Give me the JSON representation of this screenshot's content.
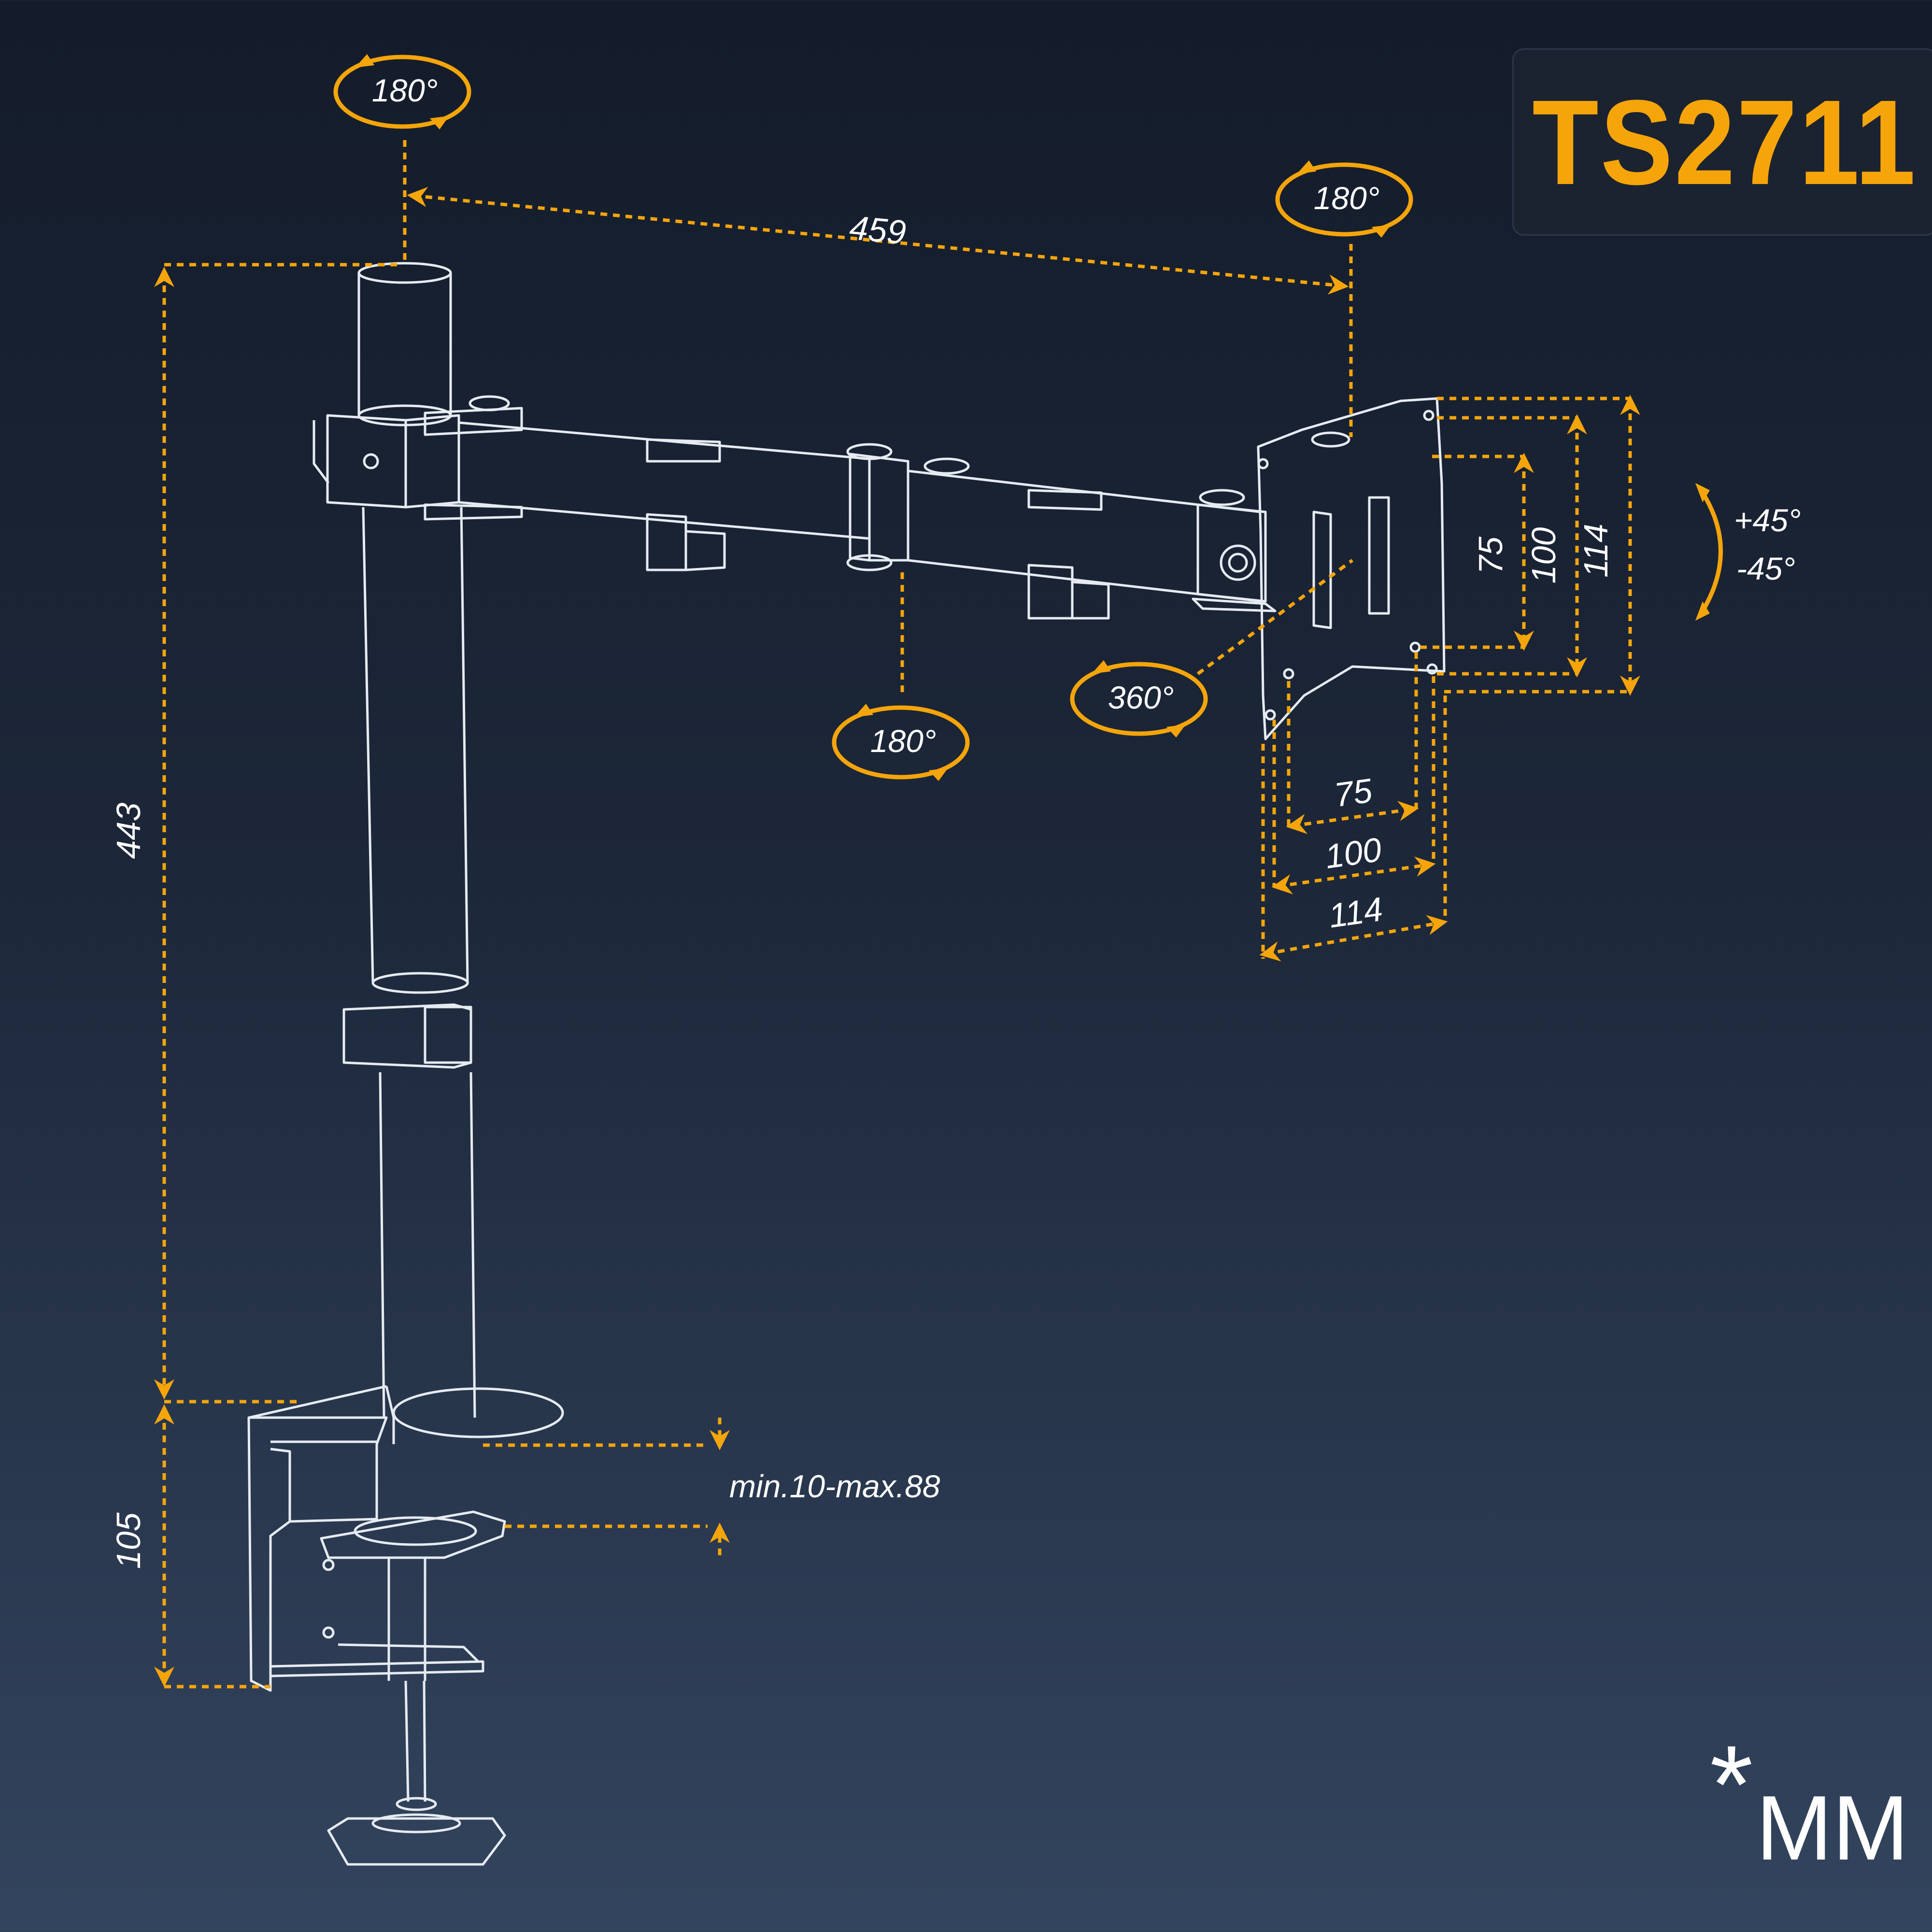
{
  "product": {
    "model": "TS2711",
    "unit_note": {
      "symbol": "*",
      "unit": "MM"
    }
  },
  "colors": {
    "accent": "#f5a50a",
    "line_art": "#e6ebf2",
    "text": "#ffffff",
    "title_box": "#1c2330"
  },
  "rotations": {
    "pole_top": "180°",
    "head_pivot": "180°",
    "arm_joint": "180°",
    "panel_rotate": "360°"
  },
  "tilt": {
    "up": "+45°",
    "down": "-45°"
  },
  "dimensions": {
    "arm_reach": "459",
    "pole_height": "443",
    "clamp_height": "105",
    "desk_thickness": "min.10-max.88",
    "vesa_vertical": [
      "75",
      "100",
      "114"
    ],
    "vesa_horizontal": [
      "75",
      "100",
      "114"
    ]
  }
}
